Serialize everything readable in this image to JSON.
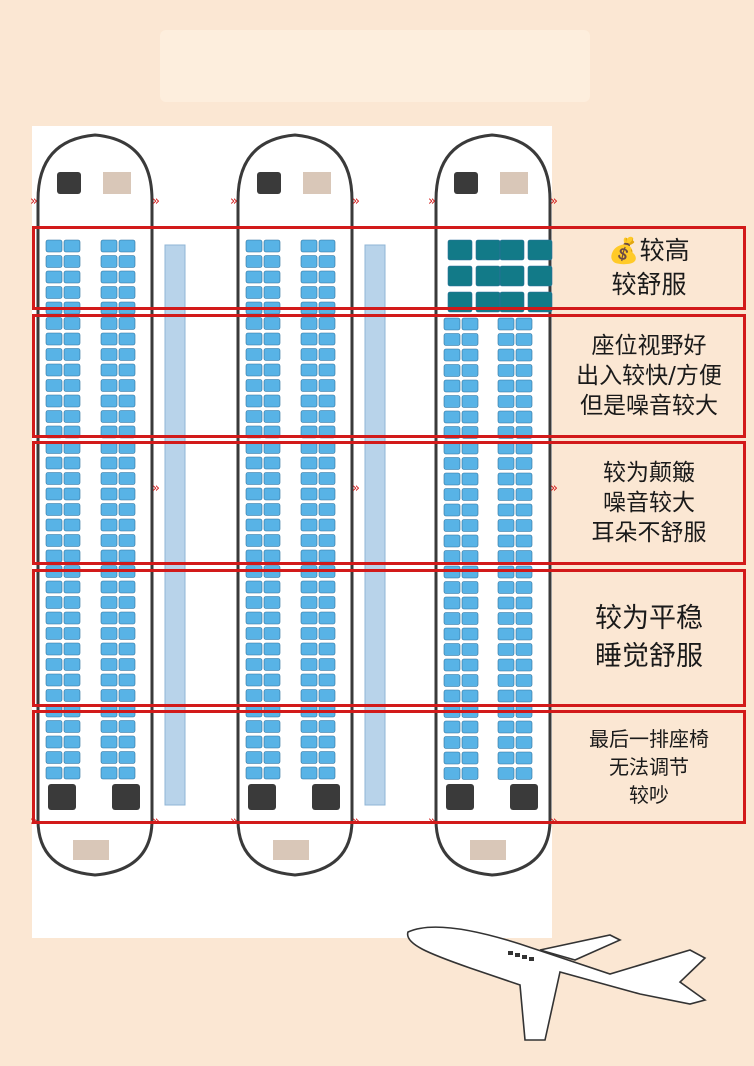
{
  "zones": [
    {
      "icon": "💰",
      "text": "较高\n较舒服"
    },
    {
      "text": "座位视野好\n出入较快/方便\n但是噪音较大"
    },
    {
      "text": "较为颠簸\n噪音较大\n耳朵不舒服"
    },
    {
      "text": "较为平稳\n睡觉舒服"
    },
    {
      "text": "最后一排座椅\n无法调节\n较吵"
    }
  ],
  "colors": {
    "zone_border": "#d21a1a",
    "seat": "#58b3e6",
    "seat_premium": "#127a88",
    "background": "#fbe7d3"
  }
}
